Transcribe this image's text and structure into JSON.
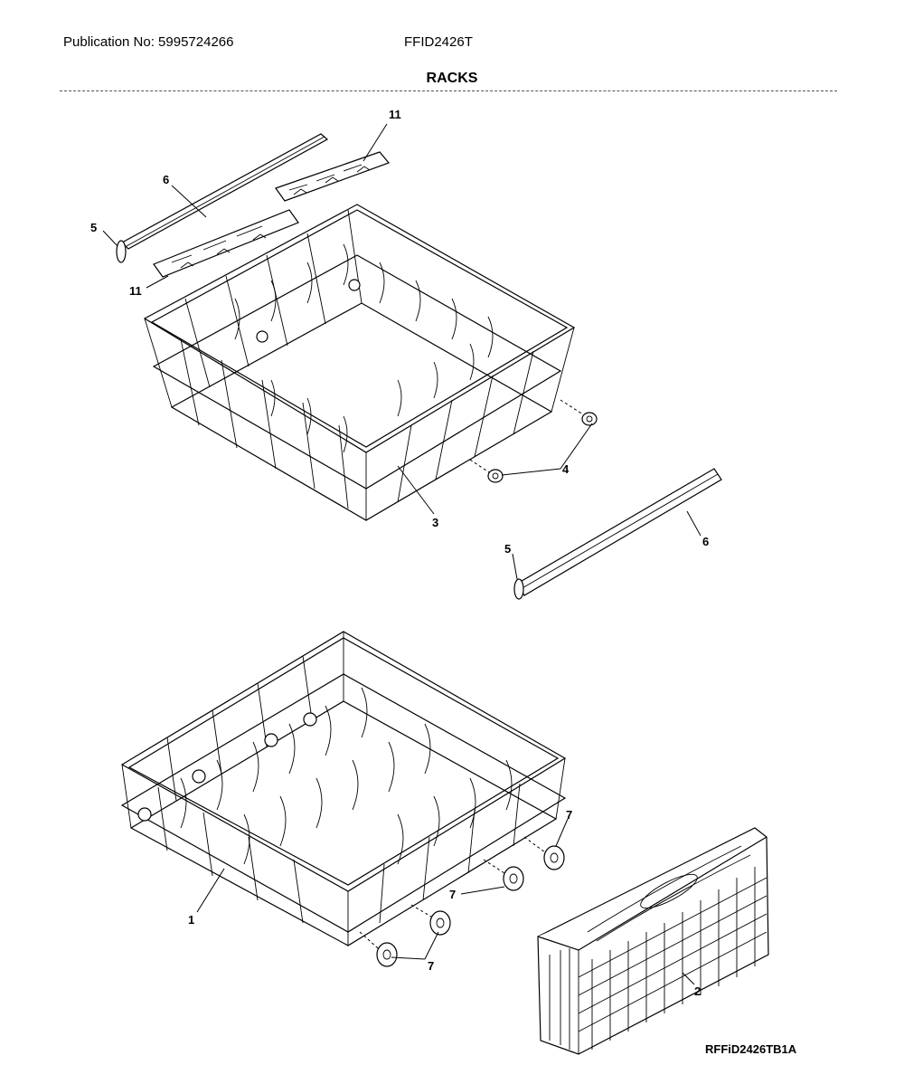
{
  "header": {
    "publication": "Publication No: 5995724266",
    "model": "FFID2426T",
    "title": "RACKS"
  },
  "footer": {
    "drawing_code": "RFFiD2426TB1A"
  },
  "callouts": {
    "c11a": "11",
    "c6a": "6",
    "c5a": "5",
    "c11b": "11",
    "c4": "4",
    "c3": "3",
    "c5b": "5",
    "c6b": "6",
    "c7a": "7",
    "c7b": "7",
    "c7c": "7",
    "c1": "1",
    "c2": "2"
  }
}
